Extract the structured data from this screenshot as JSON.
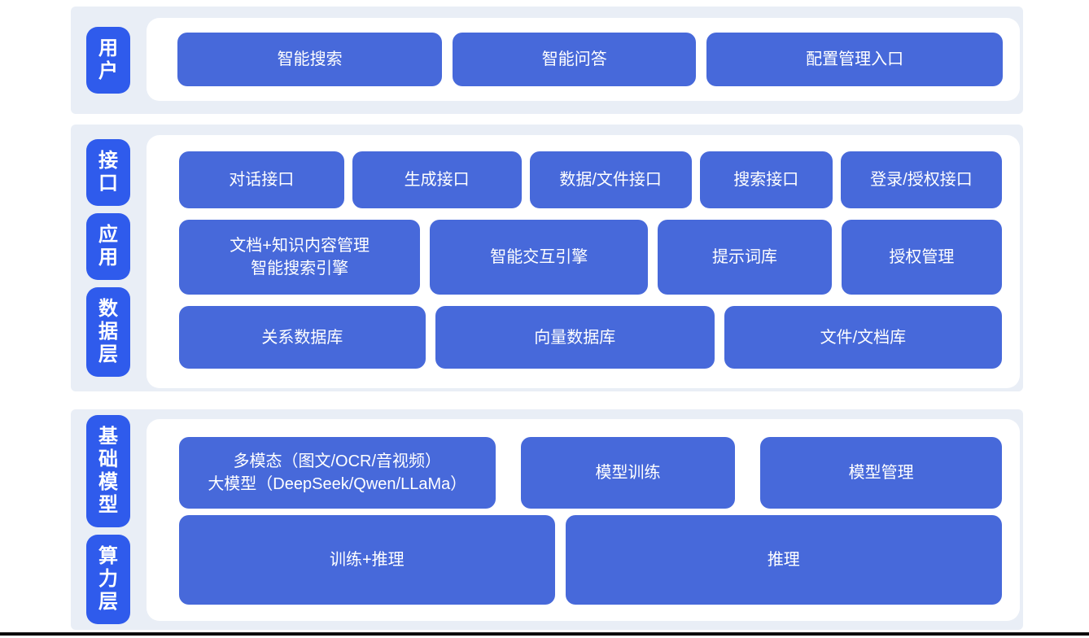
{
  "colors": {
    "label_blue": "#2F5BEC",
    "block_blue": "#4769DA",
    "section_bg": "#E9EEF6",
    "panel_bg": "#FFFFFF",
    "divider_dark": "#0C0C0C"
  },
  "sections": [
    {
      "name": "user-layer",
      "side_labels": [
        {
          "text": "用户"
        }
      ],
      "rows": [
        {
          "blocks": [
            {
              "label": "智能搜索"
            },
            {
              "label": "智能问答"
            },
            {
              "label": "配置管理入口"
            }
          ]
        }
      ]
    },
    {
      "name": "interface-application-data-layer",
      "side_labels": [
        {
          "text": "接口"
        },
        {
          "text": "应用"
        },
        {
          "text": "数据层"
        }
      ],
      "rows": [
        {
          "blocks": [
            {
              "label": "对话接口"
            },
            {
              "label": "生成接口"
            },
            {
              "label": "数据/文件接口"
            },
            {
              "label": "搜索接口"
            },
            {
              "label": "登录/授权接口"
            }
          ]
        },
        {
          "blocks": [
            {
              "label": "文档+知识内容管理\n智能搜索引擎"
            },
            {
              "label": "智能交互引擎"
            },
            {
              "label": "提示词库"
            },
            {
              "label": "授权管理"
            }
          ]
        },
        {
          "blocks": [
            {
              "label": "关系数据库"
            },
            {
              "label": "向量数据库"
            },
            {
              "label": "文件/文档库"
            }
          ]
        }
      ]
    },
    {
      "name": "foundation-model-compute-layer",
      "side_labels": [
        {
          "text": "基础模型"
        },
        {
          "text": "算力层"
        }
      ],
      "rows": [
        {
          "blocks": [
            {
              "label": "多模态（图文/OCR/音视频）\n大模型（DeepSeek/Qwen/LLaMa）"
            },
            {
              "label": "模型训练"
            },
            {
              "label": "模型管理"
            }
          ]
        },
        {
          "blocks": [
            {
              "label": "训练+推理"
            },
            {
              "label": "推理"
            }
          ]
        }
      ]
    }
  ]
}
